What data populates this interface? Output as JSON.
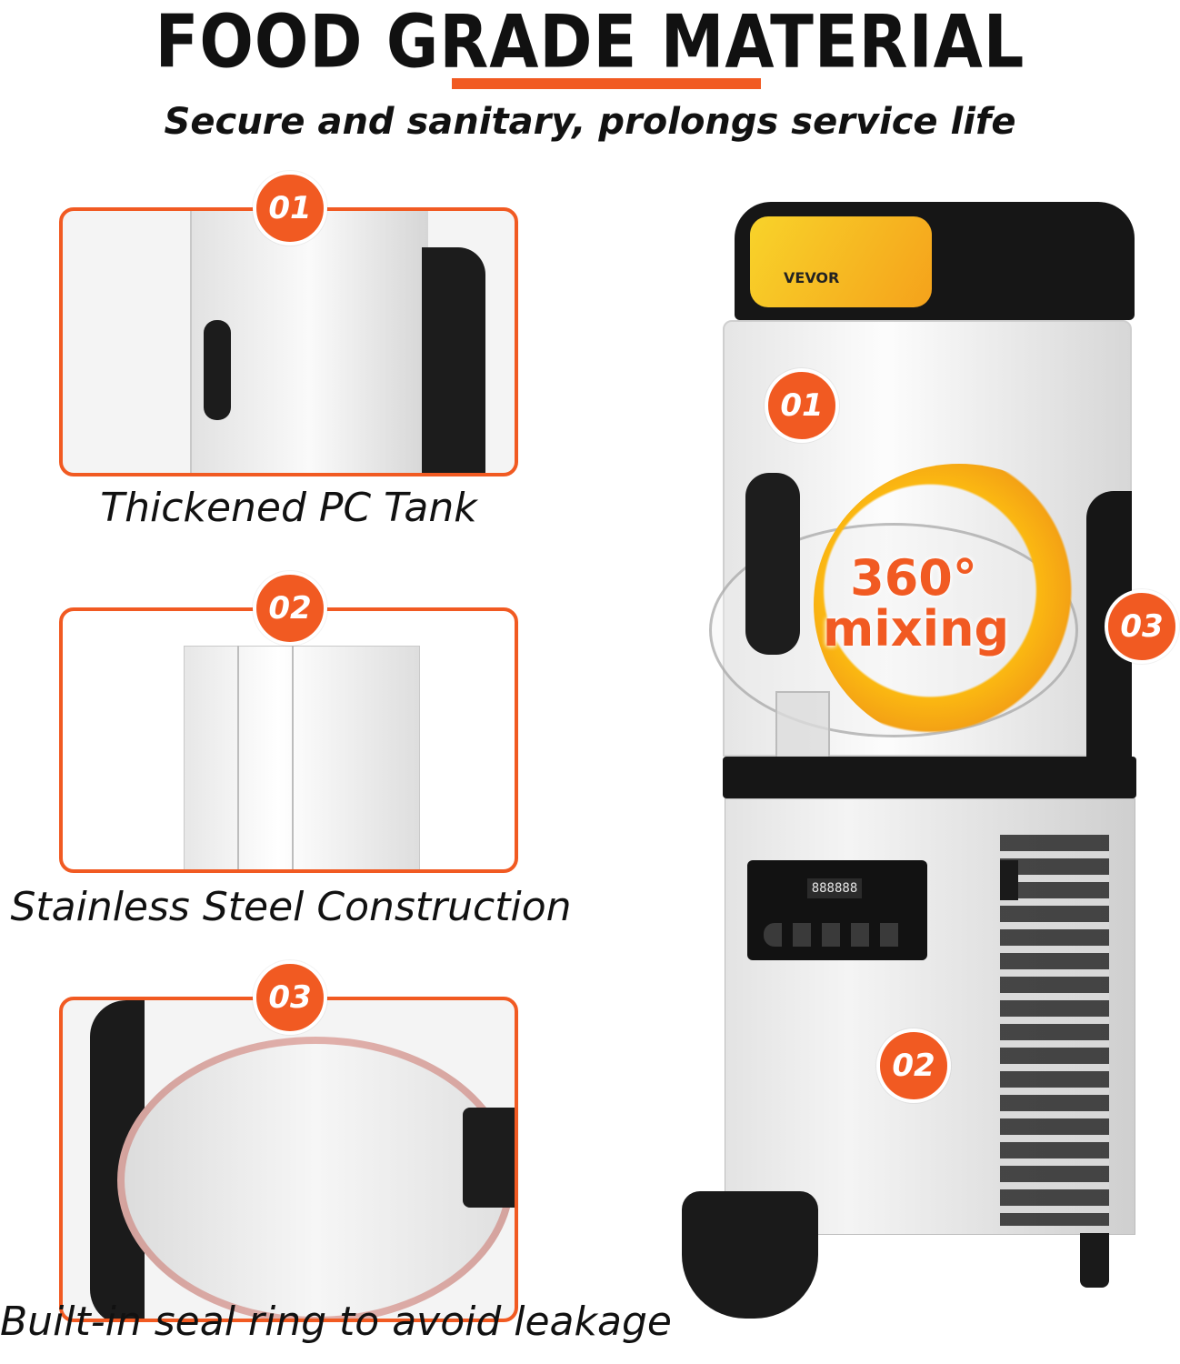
{
  "header": {
    "title": "FOOD GRADE MATERIAL",
    "subtitle": "Secure and sanitary, prolongs service life"
  },
  "features": [
    {
      "badge": "01",
      "caption": "Thickened PC Tank"
    },
    {
      "badge": "02",
      "caption": "Stainless Steel Construction"
    },
    {
      "badge": "03",
      "caption": "Built-in seal ring to avoid leakage"
    }
  ],
  "machine": {
    "brand": "VEVOR",
    "display": "888888",
    "mixing_label_line1": "360°",
    "mixing_label_line2": "mixing",
    "callouts": [
      "01",
      "02",
      "03"
    ]
  },
  "colors": {
    "accent": "#f15a22",
    "text": "#111111",
    "juice": "#fbb812"
  }
}
